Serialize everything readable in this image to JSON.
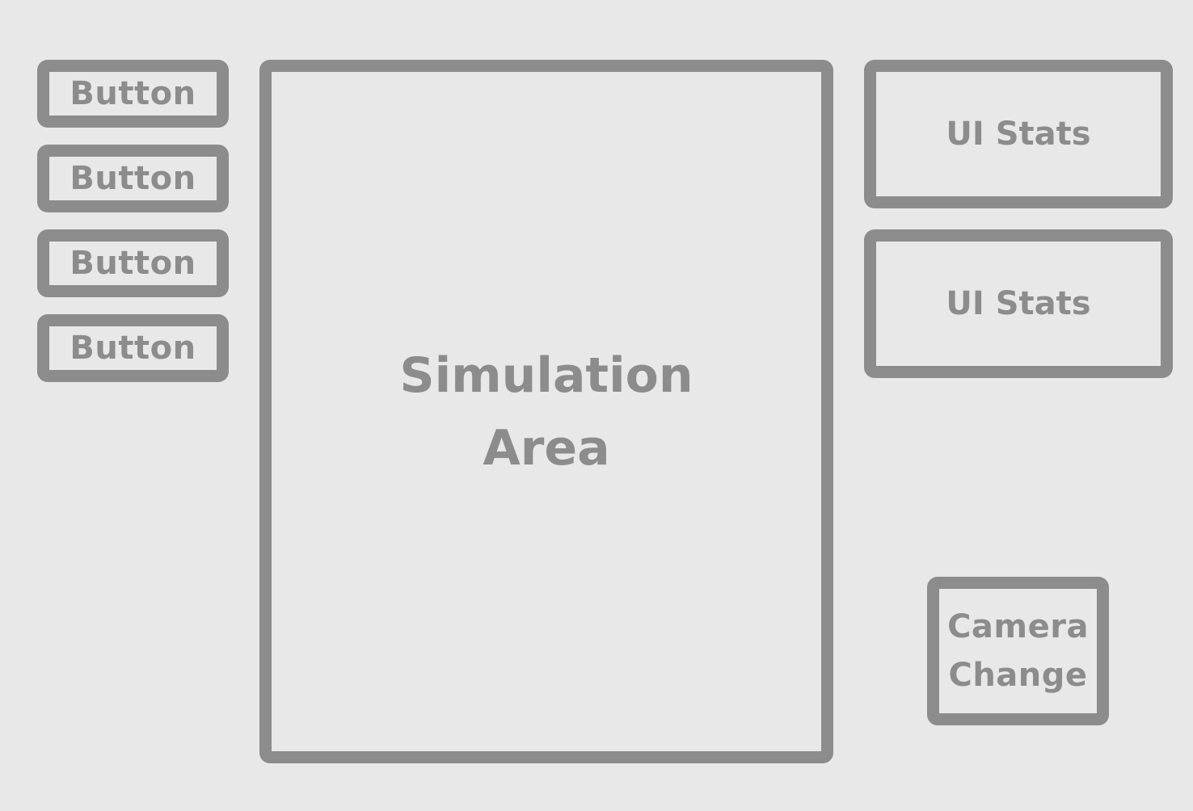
{
  "sidebar": {
    "buttons": [
      {
        "label": "Button"
      },
      {
        "label": "Button"
      },
      {
        "label": "Button"
      },
      {
        "label": "Button"
      }
    ]
  },
  "simulation": {
    "label": "Simulation\nArea"
  },
  "stats": {
    "panels": [
      {
        "label": "UI Stats"
      },
      {
        "label": "UI Stats"
      }
    ]
  },
  "camera": {
    "label": "Camera\nChange"
  },
  "colors": {
    "background": "#e8e8e8",
    "outline": "#8c8c8c",
    "text": "#8c8c8c"
  }
}
